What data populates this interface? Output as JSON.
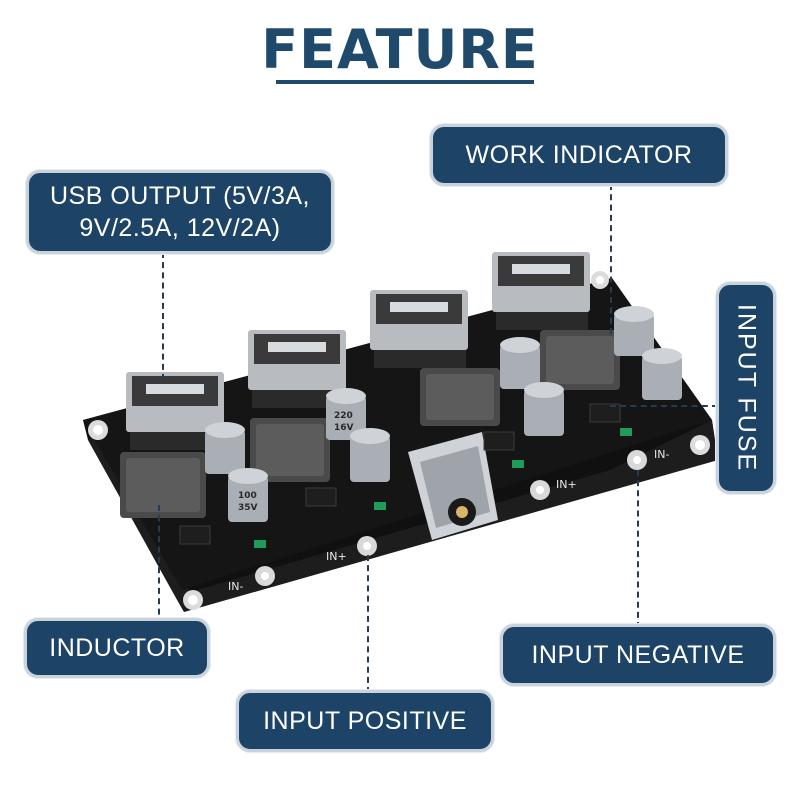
{
  "title": "FEATURE",
  "callouts": {
    "usb_output": {
      "line1": "USB OUTPUT (5V/3A,",
      "line2": "9V/2.5A, 12V/2A)"
    },
    "work_indicator": "WORK INDICATOR",
    "input_fuse": "INPUT FUSE",
    "inductor": "INDUCTOR",
    "input_positive": "INPUT POSITIVE",
    "input_negative": "INPUT NEGATIVE"
  },
  "board_labels": {
    "in_minus": "IN-",
    "in_plus": "IN+",
    "cap_100uf": "100",
    "cap_35v": "35V",
    "cap_220": "220",
    "cap_16v": "16V"
  },
  "colors": {
    "callout_bg": "#1d4467",
    "title": "#1f4a6b",
    "pcb": "#141414",
    "usb_metal": "#c9ccd0"
  }
}
